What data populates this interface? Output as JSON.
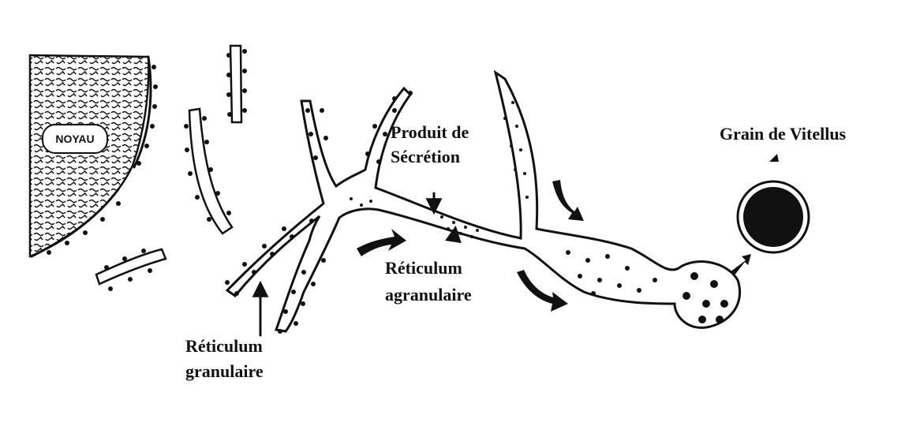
{
  "labels": {
    "produit_line1": "Produit de",
    "produit_line2": "Sécrétion",
    "grain": "Grain de Vitellus",
    "ret_agran_line1": "Réticulum",
    "ret_agran_line2": "agranulaire",
    "ret_gran_line1": "Réticulum",
    "ret_gran_line2": "granulaire",
    "noyau": "NOYAU"
  },
  "colors": {
    "ink": "#111111",
    "background": "#ffffff"
  }
}
